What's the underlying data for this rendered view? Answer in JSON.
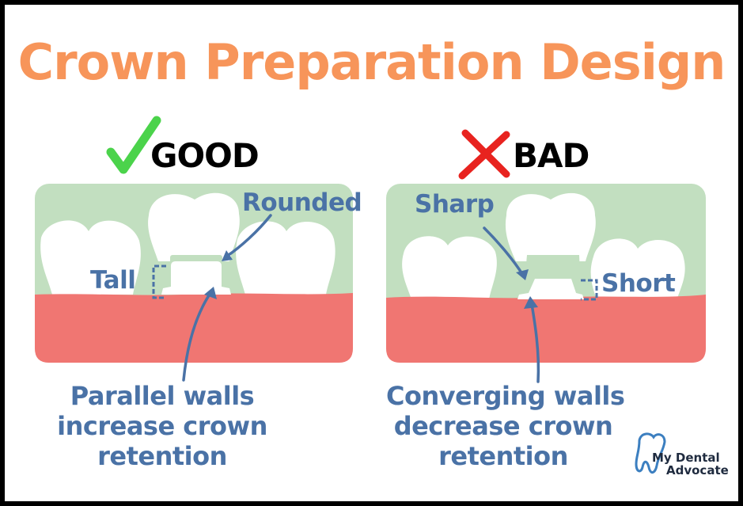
{
  "title": "Crown Preparation Design",
  "good": {
    "heading": "GOOD",
    "label_top": "Rounded",
    "label_side": "Tall",
    "caption_lines": [
      "Parallel walls",
      "increase crown",
      "retention"
    ]
  },
  "bad": {
    "heading": "BAD",
    "label_top": "Sharp",
    "label_side": "Short",
    "caption_lines": [
      "Converging walls",
      "decrease crown",
      "retention"
    ]
  },
  "logo": {
    "line1": "My Dental",
    "line2": "Advocate"
  },
  "colors": {
    "title": "#f7955a",
    "label": "#4a72a6",
    "panel": "#c2dfc0",
    "gum": "#f07672",
    "check": "#4bd34b",
    "cross": "#e8231f"
  },
  "icons": [
    "check-icon",
    "cross-icon",
    "tooth-logo-icon"
  ]
}
